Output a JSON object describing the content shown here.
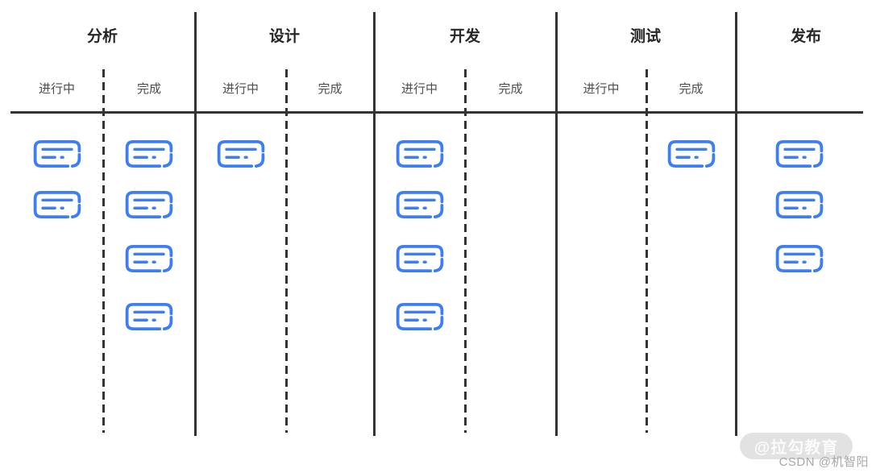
{
  "board": {
    "columns": [
      {
        "title": "分析",
        "lanes": [
          {
            "label": "进行中",
            "cards": 2
          },
          {
            "label": "完成",
            "cards": 4
          }
        ]
      },
      {
        "title": "设计",
        "lanes": [
          {
            "label": "进行中",
            "cards": 1
          },
          {
            "label": "完成",
            "cards": 0
          }
        ]
      },
      {
        "title": "开发",
        "lanes": [
          {
            "label": "进行中",
            "cards": 4
          },
          {
            "label": "完成",
            "cards": 0
          }
        ]
      },
      {
        "title": "测试",
        "lanes": [
          {
            "label": "进行中",
            "cards": 0
          },
          {
            "label": "完成",
            "cards": 1
          }
        ]
      },
      {
        "title": "发布",
        "lanes": [
          {
            "label": "",
            "cards": 3
          }
        ]
      }
    ],
    "colors": {
      "card": "#3d7ef7",
      "line": "#333333",
      "header_text": "#262626",
      "label_text": "#4d4d4d"
    }
  },
  "watermark": {
    "badge": "@拉勾教育",
    "credit": "CSDN @机智阳"
  }
}
